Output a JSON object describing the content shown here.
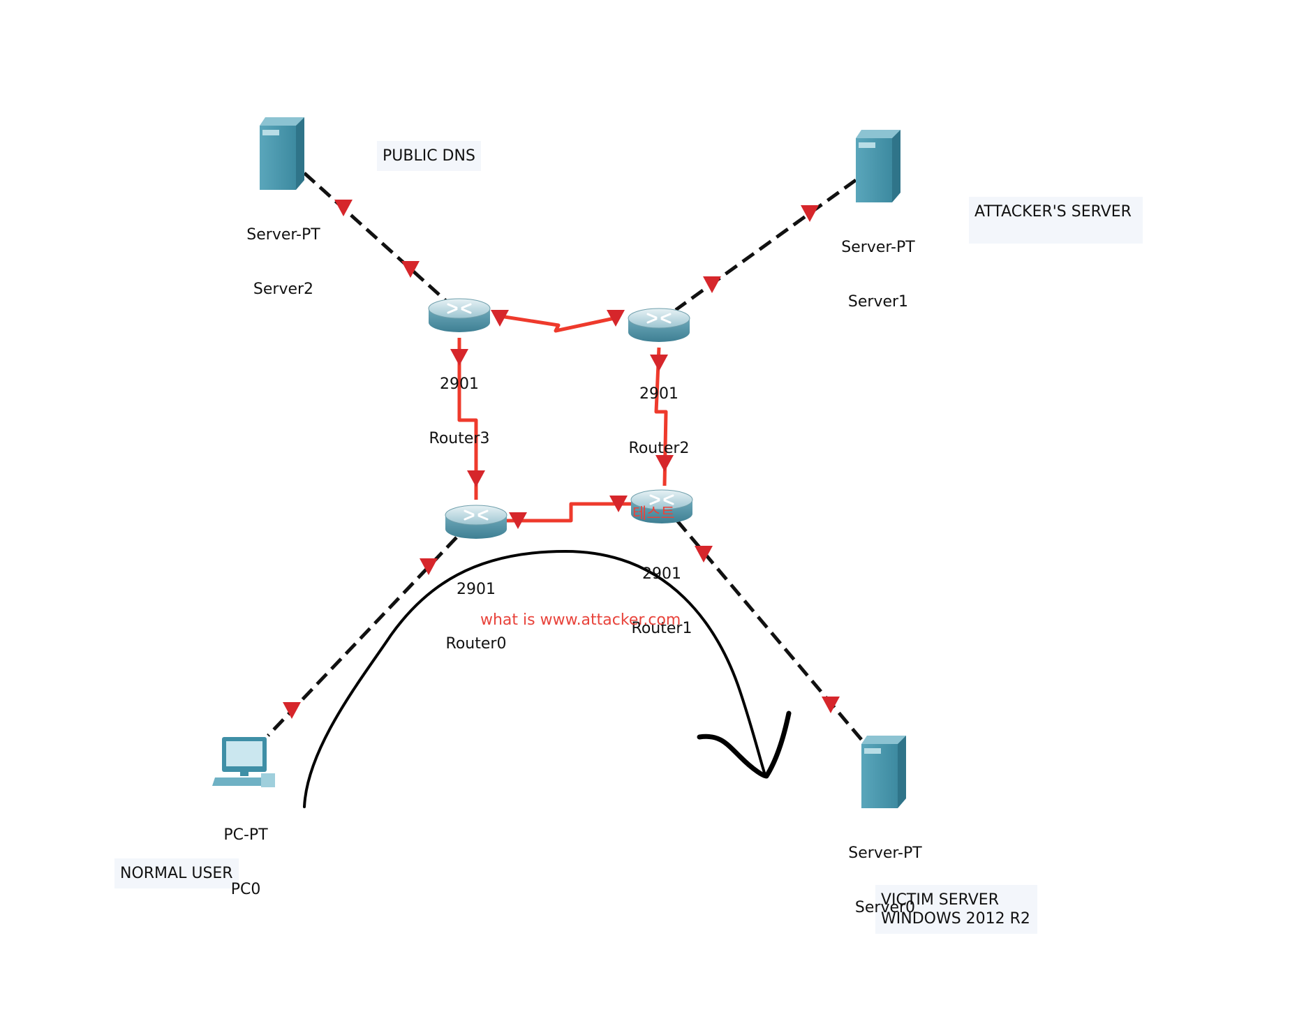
{
  "colors": {
    "serial_link": "#ee3a2c",
    "ethernet_link": "#111111",
    "link_marker": "#d6262b",
    "device_body": "#3f8fa6",
    "note_background": "#f3f6fb",
    "annotation_red": "#e8433b",
    "annotation_stroke": "#000000"
  },
  "notes": {
    "public_dns": "PUBLIC DNS",
    "attackers_server": "ATTACKER'S SERVER",
    "normal_user": "NORMAL USER",
    "victim_server": "VICTIM SERVER\nWINDOWS 2012 R2"
  },
  "devices": {
    "server2": {
      "model": "Server-PT",
      "name": "Server2",
      "icon": "server-icon"
    },
    "server1": {
      "model": "Server-PT",
      "name": "Server1",
      "icon": "server-icon"
    },
    "server0": {
      "model": "Server-PT",
      "name": "Server0",
      "icon": "server-icon"
    },
    "pc0": {
      "model": "PC-PT",
      "name": "PC0",
      "icon": "pc-icon"
    },
    "router3": {
      "model": "2901",
      "name": "Router3",
      "icon": "router-icon"
    },
    "router2": {
      "model": "2901",
      "name": "Router2",
      "icon": "router-icon"
    },
    "router1": {
      "model": "2901",
      "name": "Router1",
      "icon": "router-icon"
    },
    "router0": {
      "model": "2901",
      "name": "Router0",
      "icon": "router-icon"
    }
  },
  "links": [
    {
      "from": "Server2",
      "to": "Router3",
      "type": "ethernet"
    },
    {
      "from": "Server1",
      "to": "Router2",
      "type": "ethernet"
    },
    {
      "from": "Router3",
      "to": "Router2",
      "type": "serial"
    },
    {
      "from": "Router3",
      "to": "Router0",
      "type": "serial"
    },
    {
      "from": "Router2",
      "to": "Router1",
      "type": "serial"
    },
    {
      "from": "Router0",
      "to": "Router1",
      "type": "serial"
    },
    {
      "from": "Router0",
      "to": "PC0",
      "type": "ethernet"
    },
    {
      "from": "Router1",
      "to": "Server0",
      "type": "ethernet"
    }
  ],
  "annotations": {
    "router1_korean": "테스트",
    "dns_query": "what is www.attacker.com"
  }
}
